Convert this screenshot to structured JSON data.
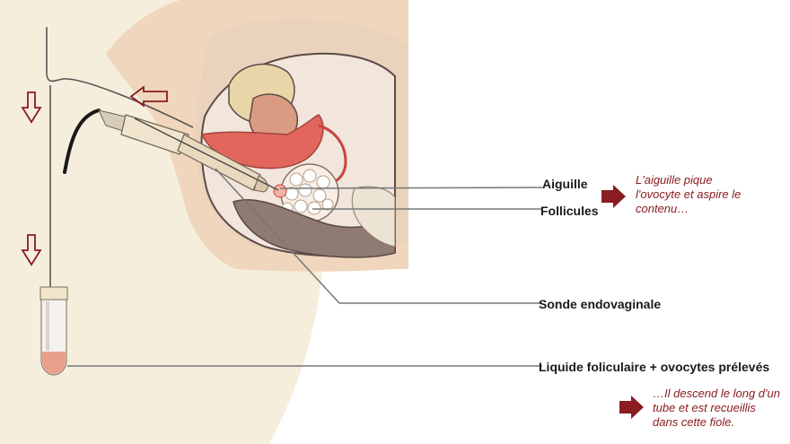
{
  "labels": {
    "aiguille": "Aiguille",
    "follicules": "Follicules",
    "sonde": "Sonde endovaginale",
    "liquide": "Liquide foliculaire + ovocytes prélevés"
  },
  "notes": {
    "top": [
      "L'aiguille pique",
      "l'ovocyte et aspire le",
      "contenu…"
    ],
    "bottom": [
      "…Il descend le long d'un",
      "tube et est recueillis",
      "dans cette fiole."
    ]
  },
  "colors": {
    "arrow_dark": "#8b1c22",
    "arrow_outline": "#8b1c22",
    "skin": "#f3dfc6",
    "background_shape": "#f5eedc",
    "organ_red": "#e2665c",
    "leader_line": "#777777"
  },
  "icons": {
    "flow_arrows": "outline-arrow-icon",
    "note_arrows": "solid-arrow-icon"
  }
}
